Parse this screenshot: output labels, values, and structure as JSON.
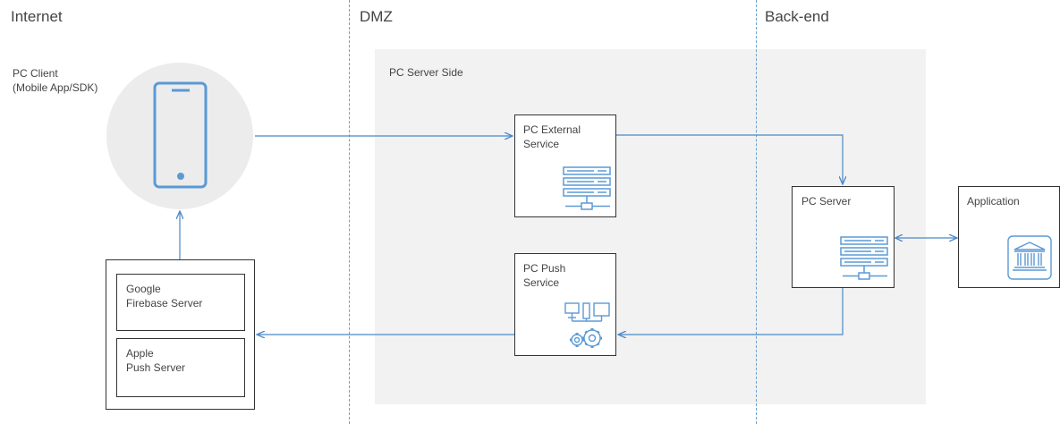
{
  "zones": {
    "internet": "Internet",
    "dmz": "DMZ",
    "backend": "Back-end"
  },
  "labels": {
    "client": "PC Client\n(Mobile App/SDK)",
    "server_side": "PC Server Side",
    "external_service": "PC External\nService",
    "push_service": "PC Push\nService",
    "pc_server": "PC Server",
    "application": "Application",
    "google": "Google\nFirebase Server",
    "apple": "Apple\nPush Server"
  },
  "colors": {
    "accent": "#5a9ad5",
    "line": "#4a88c8",
    "panel": "#f2f2f2",
    "circle": "#ececec"
  }
}
